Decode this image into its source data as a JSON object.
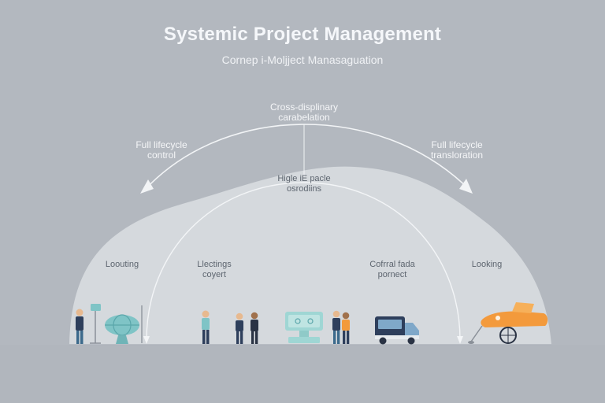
{
  "header": {
    "title": "Systemic Project Management",
    "subtitle": "Cornep i-Moljject Manasaguation"
  },
  "arc_labels": {
    "top": [
      "Cross-displinary",
      "carabelation"
    ],
    "left": [
      "Full lifecycle",
      "control"
    ],
    "right": [
      "Full lifecycle",
      "transloration"
    ]
  },
  "dome_labels": {
    "center": [
      "Higle iE pacle",
      "osrodiins"
    ],
    "stage_1": "Loouting",
    "stage_2": [
      "Llectings",
      "coyert"
    ],
    "stage_3": [
      "Cofrral fada",
      "pornect"
    ],
    "stage_4": "Looking"
  },
  "colors": {
    "background": "#b3b8bf",
    "dome": "#d5d9dd",
    "accent_teal": "#7fc4c6",
    "accent_orange": "#f39a3c",
    "accent_navy": "#2e3f5c"
  },
  "icons": [
    "person-with-sign-icon",
    "globe-device-icon",
    "person-icon",
    "two-people-meeting-icon",
    "monitor-icon",
    "two-people-handshake-icon",
    "delivery-van-icon",
    "vehicle-icon"
  ]
}
